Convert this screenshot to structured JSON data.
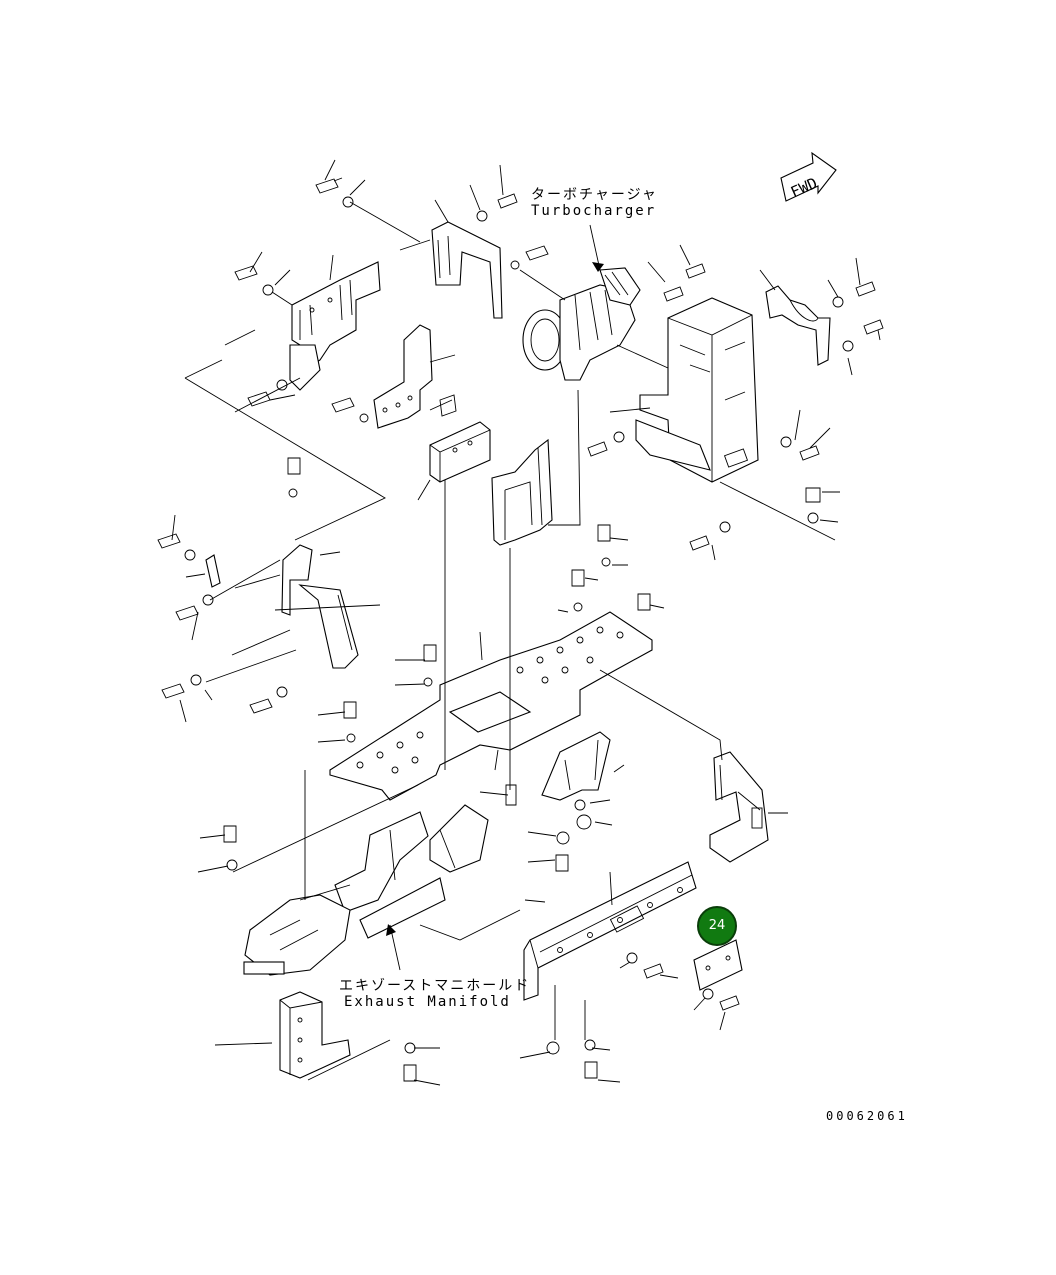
{
  "labels": {
    "turbo_jp": "ターボチャージャ",
    "turbo_en": "Turbocharger",
    "exhaust_jp": "エキゾーストマニホールド",
    "exhaust_en": "Exhaust Manifold",
    "fwd": "FWD",
    "drawing_number": "00062061"
  },
  "callout": {
    "number": "24",
    "color": "#117a11"
  },
  "colors": {
    "line": "#000000",
    "background": "#ffffff"
  }
}
